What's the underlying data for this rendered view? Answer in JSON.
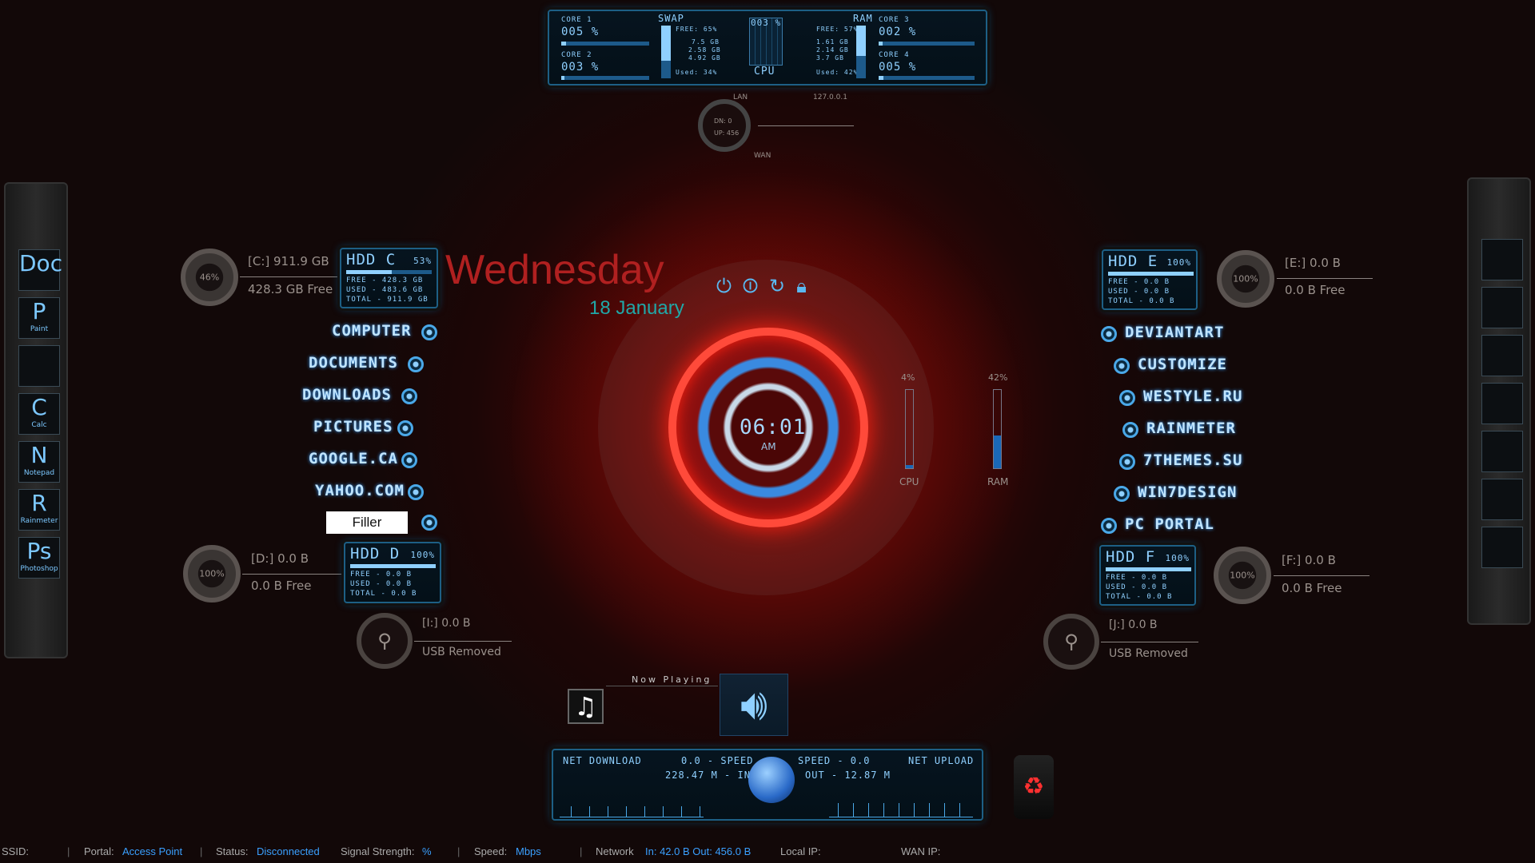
{
  "sysmon": {
    "core1_label": "CORE 1",
    "core1": "005 %",
    "core1_pct": 5,
    "core2_label": "CORE 2",
    "core2": "003 %",
    "core2_pct": 3,
    "core3_label": "CORE 3",
    "core3": "002 %",
    "core3_pct": 2,
    "core4_label": "CORE 4",
    "core4": "005 %",
    "core4_pct": 5,
    "swap_label": "SWAP",
    "swap_free": "FREE: 65%",
    "swap_v1": "7.5 GB",
    "swap_v2": "2.58 GB",
    "swap_v3": "4.92 GB",
    "swap_used": "Used: 34%",
    "swap_pct": 34,
    "cpu_value": "003 %",
    "cpu_label": "CPU",
    "ram_label": "RAM",
    "ram_free": "FREE: 57%",
    "ram_v1": "1.61 GB",
    "ram_v2": "2.14 GB",
    "ram_v3": "3.7 GB",
    "ram_used": "Used: 42%",
    "ram_pct": 42
  },
  "network_ring": {
    "lan": "LAN",
    "ip": "127.0.0.1",
    "wan": "WAN",
    "dn": "DN: 0",
    "up": "UP: 456"
  },
  "date": {
    "weekday": "Wednesday",
    "day": "18 January"
  },
  "clock": {
    "time": "06:01",
    "ampm": "AM"
  },
  "meters": {
    "cpu_pct_label": "4%",
    "cpu_label": "CPU",
    "cpu_pct": 4,
    "ram_pct_label": "42%",
    "ram_label": "RAM",
    "ram_pct": 42
  },
  "drives": {
    "c": {
      "title": "[C:] 911.9 GB",
      "free": "428.3 GB Free",
      "ring": "46%",
      "hdd": "HDD C",
      "pct": "53%",
      "pct_val": 53,
      "free_l": "FREE - 428.3 GB",
      "used_l": "USED - 483.6 GB",
      "total_l": "TOTAL - 911.9 GB"
    },
    "d": {
      "title": "[D:] 0.0 B",
      "free": "0.0 B Free",
      "ring": "100%",
      "hdd": "HDD D",
      "pct": "100%",
      "pct_val": 100,
      "free_l": "FREE - 0.0 B",
      "used_l": "USED - 0.0 B",
      "total_l": "TOTAL - 0.0 B"
    },
    "e": {
      "title": "[E:] 0.0 B",
      "free": "0.0 B Free",
      "ring": "100%",
      "hdd": "HDD E",
      "pct": "100%",
      "pct_val": 100,
      "free_l": "FREE - 0.0 B",
      "used_l": "USED - 0.0 B",
      "total_l": "TOTAL - 0.0 B"
    },
    "f": {
      "title": "[F:] 0.0 B",
      "free": "0.0 B Free",
      "ring": "100%",
      "hdd": "HDD F",
      "pct": "100%",
      "pct_val": 100,
      "free_l": "FREE - 0.0 B",
      "used_l": "USED - 0.0 B",
      "total_l": "TOTAL - 0.0 B"
    },
    "i": {
      "title": "[I:] 0.0 B",
      "status": "USB Removed"
    },
    "j": {
      "title": "[J:] 0.0 B",
      "status": "USB Removed"
    }
  },
  "left_links": [
    "COMPUTER",
    "DOCUMENTS",
    "DOWNLOADS",
    "PICTURES",
    "GOOGLE.CA",
    "YAHOO.COM"
  ],
  "filler": "Filler",
  "right_links": [
    "DEVIANTART",
    "CUSTOMIZE",
    "WESTYLE.RU",
    "RAINMETER",
    "7THEMES.SU",
    "WIN7DESIGN",
    "PC PORTAL"
  ],
  "dock": [
    {
      "letter": "Doc",
      "label": ""
    },
    {
      "letter": "P",
      "label": "Paint"
    },
    {
      "letter": "",
      "label": ""
    },
    {
      "letter": "C",
      "label": "Calc"
    },
    {
      "letter": "N",
      "label": "Notepad"
    },
    {
      "letter": "R",
      "label": "Rainmeter"
    },
    {
      "letter": "Ps",
      "label": "Photoshop"
    }
  ],
  "player": {
    "now_playing": "Now Playing"
  },
  "netmon": {
    "dl_label": "NET DOWNLOAD",
    "dl_speed": "0.0 - SPEED",
    "dl_total": "228.47 M - IN",
    "ul_speed": "SPEED - 0.0",
    "ul_total": "OUT - 12.87 M",
    "ul_label": "NET UPLOAD"
  },
  "statusbar": {
    "ssid_l": "SSID:",
    "portal_l": "Portal:",
    "portal": "Access Point",
    "status_l": "Status:",
    "status": "Disconnected",
    "signal_l": "Signal Strength:",
    "signal": "%",
    "speed_l": "Speed:",
    "speed": "Mbps",
    "network_l": "Network",
    "network": "In: 42.0 B Out: 456.0 B",
    "localip_l": "Local IP:",
    "wanip_l": "WAN IP:"
  },
  "colors": {
    "accent": "#8fd0ff",
    "weekday": "#b02020",
    "date": "#20a8a8",
    "status_value": "#3aa0ff"
  }
}
